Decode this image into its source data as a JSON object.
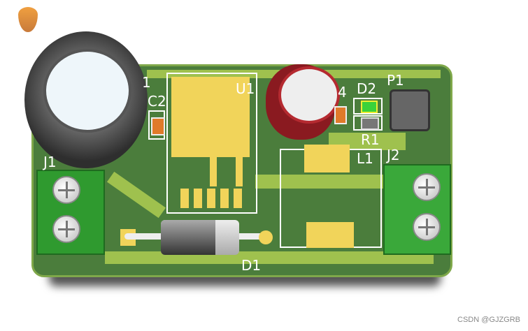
{
  "labels": {
    "c1_partial": "1",
    "c2": "C2",
    "u1": "U1",
    "c4_partial": "4",
    "d2": "D2",
    "p1": "P1",
    "r1": "R1",
    "l1": "L1",
    "j1": "J1",
    "j2": "J2",
    "d1": "D1"
  },
  "watermark": "CSDN @GJZGRB",
  "colors": {
    "board": "#4b7d3c",
    "trace": "#9fc14e",
    "pad": "#f1d45a",
    "terminal": "#2f9a2f",
    "capacitor_red": "#9b1c22",
    "capacitor_black": "#3a3a3a"
  }
}
